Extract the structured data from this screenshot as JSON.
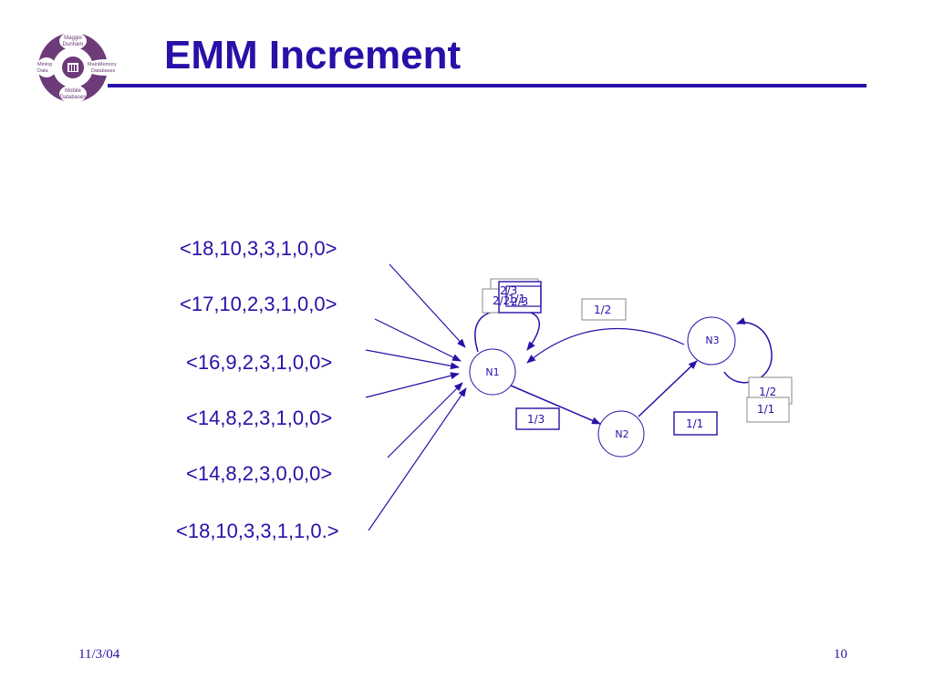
{
  "slide": {
    "title": "EMM Increment",
    "date": "11/3/04",
    "page_number": "10"
  },
  "logo": {
    "lines": [
      "Maggie",
      "Dunham",
      "Mining",
      "Data",
      "MainMemory",
      "Databases",
      "Mobile",
      "Databases"
    ]
  },
  "vectors": [
    "<18,10,3,3,1,0,0>",
    "<17,10,2,3,1,0,0>",
    "<16,9,2,3,1,0,0>",
    "<14,8,2,3,1,0,0>",
    "<14,8,2,3,0,0,0>",
    "<18,10,3,3,1,1,0.>"
  ],
  "nodes": [
    "N1",
    "N2",
    "N3"
  ],
  "edge_labels": {
    "n1_self_stack": [
      "2/3",
      "2/2",
      "1/1",
      "2/3"
    ],
    "n3_to_n1": "1/2",
    "n1_to_n2": "1/3",
    "n2_to_n3": "1/1",
    "n3_self_stack": [
      "1/2",
      "1/1"
    ]
  },
  "colors": {
    "accent": "#2a0fa8",
    "logo_fill": "#6d3a7a"
  }
}
